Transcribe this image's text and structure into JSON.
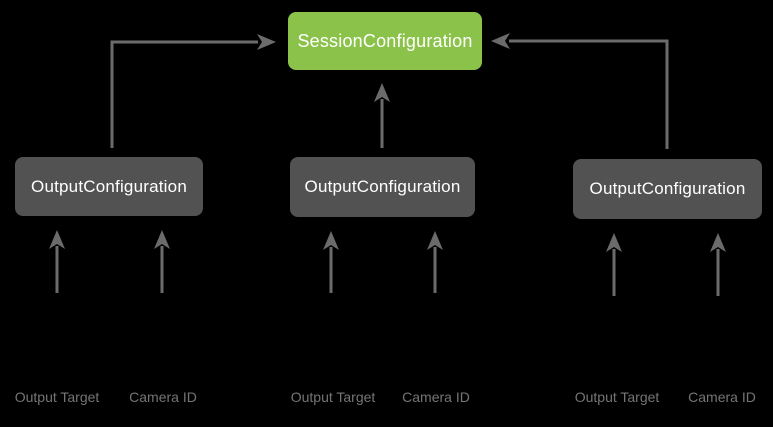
{
  "diagram": {
    "type": "flow-diagram",
    "session_node": {
      "label": "SessionConfiguration"
    },
    "output_nodes": [
      {
        "label": "OutputConfiguration"
      },
      {
        "label": "OutputConfiguration"
      },
      {
        "label": "OutputConfiguration"
      }
    ],
    "groups": [
      {
        "output_target_label": "Output Target",
        "camera_id_label": "Camera ID"
      },
      {
        "output_target_label": "Output Target",
        "camera_id_label": "Camera ID"
      },
      {
        "output_target_label": "Output Target",
        "camera_id_label": "Camera ID"
      }
    ],
    "relations": [
      "OutputConfiguration 1 -> SessionConfiguration",
      "OutputConfiguration 2 -> SessionConfiguration",
      "OutputConfiguration 3 -> SessionConfiguration",
      "Output Target -> OutputConfiguration (x3)",
      "Camera ID -> OutputConfiguration (x3)"
    ],
    "colors": {
      "background": "#000000",
      "session_fill": "#8BC34A",
      "output_fill": "#525252",
      "node_text": "#FFFFFF",
      "arrow": "#6B6B6B",
      "input_label_text": "#757575"
    }
  }
}
